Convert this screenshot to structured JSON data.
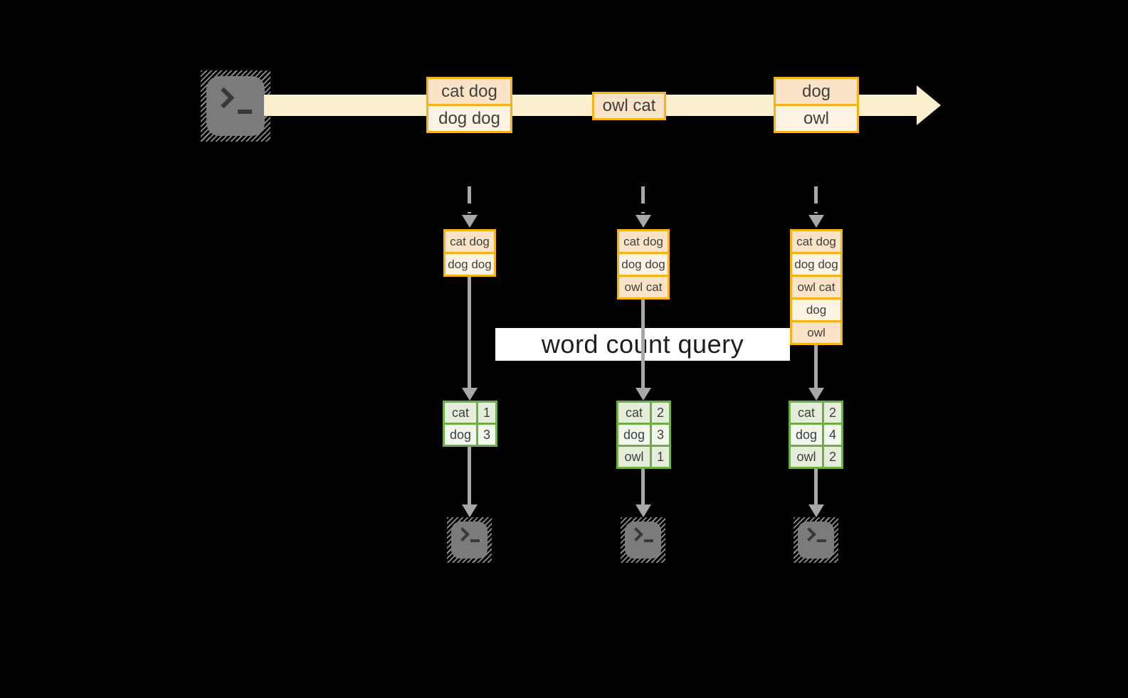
{
  "background_color": "#000000",
  "palette": {
    "background_color": "#000000",
    "stream_band": "#FAF0CE",
    "box_border_orange": "#F5B316",
    "box_fill_peach": "#FAE3C6",
    "box_fill_cream": "#FDF3E4",
    "table_border_green": "#6FAE47",
    "table_fill_green_dark": "#E4EEDB",
    "table_fill_green_light": "#F2F7ED",
    "arrow_gray": "#A8A8A8",
    "terminal_gray": "#7B7B7B",
    "text_dark": "#3F3F3F",
    "query_banner_bg": "#FFFFFF",
    "query_text": "#1E1E1E"
  },
  "query_label": "word count query",
  "stream": {
    "source_icon": "terminal-icon",
    "batches": [
      {
        "rows": [
          "cat dog",
          "dog dog"
        ]
      },
      {
        "rows": [
          "owl cat"
        ]
      },
      {
        "rows": [
          "dog",
          "owl"
        ]
      }
    ]
  },
  "columns": [
    {
      "state_rows": [
        "cat dog",
        "dog dog"
      ],
      "count_table": {
        "rows": [
          [
            "cat",
            "1"
          ],
          [
            "dog",
            "3"
          ]
        ]
      },
      "sink_icon": "terminal-icon"
    },
    {
      "state_rows": [
        "cat dog",
        "dog dog",
        "owl cat"
      ],
      "count_table": {
        "rows": [
          [
            "cat",
            "2"
          ],
          [
            "dog",
            "3"
          ],
          [
            "owl",
            "1"
          ]
        ]
      },
      "sink_icon": "terminal-icon"
    },
    {
      "state_rows": [
        "cat dog",
        "dog dog",
        "owl cat",
        "dog",
        "owl"
      ],
      "count_table": {
        "rows": [
          [
            "cat",
            "2"
          ],
          [
            "dog",
            "4"
          ],
          [
            "owl",
            "2"
          ]
        ]
      },
      "sink_icon": "terminal-icon"
    }
  ]
}
